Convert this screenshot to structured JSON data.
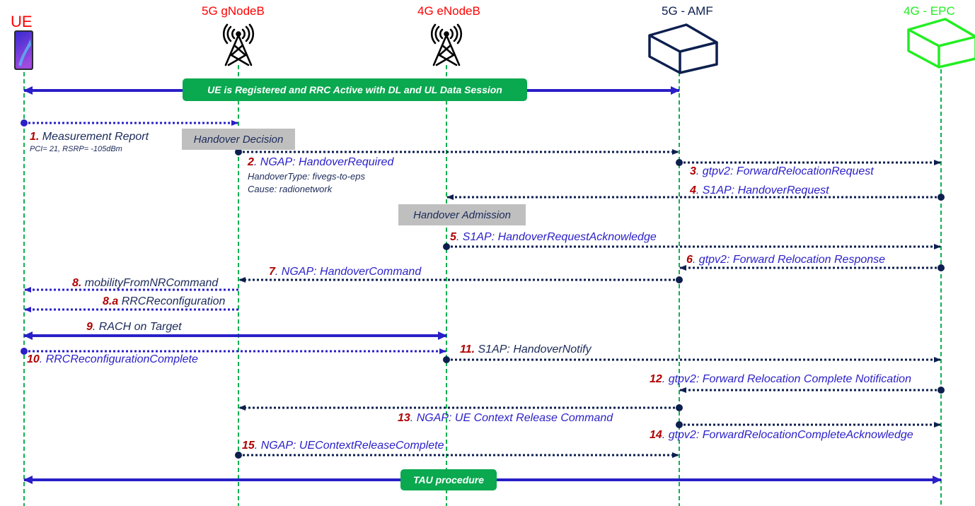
{
  "nodes": [
    {
      "id": "ue",
      "label": "UE",
      "color": "#ff0000",
      "icon": "smartphone-icon"
    },
    {
      "id": "gnb",
      "label": "5G gNodeB",
      "color": "#ff0000",
      "icon": "cell-tower-icon"
    },
    {
      "id": "enb",
      "label": "4G eNodeB",
      "color": "#ff0000",
      "icon": "cell-tower-icon"
    },
    {
      "id": "amf",
      "label": "5G - AMF",
      "color": "#0d1f4f",
      "icon": "server-box-icon"
    },
    {
      "id": "epc",
      "label": "4G - EPC",
      "color": "#22ee22",
      "icon": "server-box-icon"
    }
  ],
  "colors": {
    "lifeline": "#10b050",
    "solid_arrow": "#2a1fc8",
    "dotted_dark": "#0d1f4f",
    "dotted_blue": "#2a1fc8",
    "banner": "#0aa84f",
    "step_number": "#b00000",
    "message_text": "#2a1fc8",
    "gray_box": "#bfbfbf"
  },
  "banners": [
    {
      "id": "registered",
      "text": "UE is Registered and RRC Active with DL and UL Data Session",
      "from": "ue",
      "to": "amf"
    },
    {
      "id": "tau",
      "text": "TAU procedure",
      "from": "ue",
      "to": "epc"
    }
  ],
  "gray_boxes": [
    {
      "id": "handover-decision",
      "text": "Handover Decision"
    },
    {
      "id": "handover-admission",
      "text": "Handover Admission"
    }
  ],
  "messages": [
    {
      "num": "1.",
      "text": " Measurement Report",
      "sub": "PCI= 21, RSRP= -105dBm",
      "from": "ue",
      "to": "gnb",
      "style": "dotted-blue"
    },
    {
      "num": "2",
      "text": ". NGAP: HandoverRequired",
      "sub_lines": [
        "HandoverType: fivegs-to-eps",
        "Cause: radionetwork"
      ],
      "from": "gnb",
      "to": "amf",
      "style": "dotted-dark"
    },
    {
      "num": "3",
      "text": ". gtpv2: ForwardRelocationRequest",
      "from": "amf",
      "to": "epc",
      "style": "dotted-dark"
    },
    {
      "num": "4",
      "text": ". S1AP: HandoverRequest",
      "from": "epc",
      "to": "enb",
      "style": "dotted-dark"
    },
    {
      "num": "5",
      "text": ". S1AP: HandoverRequestAcknowledge",
      "from": "enb",
      "to": "epc",
      "style": "dotted-dark"
    },
    {
      "num": "6",
      "text": ". gtpv2: Forward Relocation Response",
      "from": "epc",
      "to": "amf",
      "style": "dotted-dark"
    },
    {
      "num": "7",
      "text": ". NGAP: HandoverCommand",
      "from": "amf",
      "to": "gnb",
      "style": "dotted-dark"
    },
    {
      "num": "8.",
      "text": " mobilityFromNRCommand",
      "from": "gnb",
      "to": "ue",
      "style": "dotted-blue"
    },
    {
      "num": "8.a",
      "text": " RRCReconfiguration",
      "from": "gnb",
      "to": "ue",
      "style": "dotted-blue"
    },
    {
      "num": "9",
      "text": ". RACH on Target",
      "from": "ue",
      "to": "enb",
      "style": "solid-both"
    },
    {
      "num": "10",
      "text": ". RRCReconfigurationComplete",
      "from": "ue",
      "to": "enb",
      "style": "dotted-blue"
    },
    {
      "num": "11.",
      "text": " S1AP: HandoverNotify",
      "from": "enb",
      "to": "epc",
      "style": "dotted-dark"
    },
    {
      "num": "12",
      "text": ". gtpv2: Forward Relocation Complete Notification",
      "from": "epc",
      "to": "amf",
      "style": "dotted-dark"
    },
    {
      "num": "13",
      "text": ". NGAP: UE Context Release Command",
      "from": "amf",
      "to": "gnb",
      "style": "dotted-dark"
    },
    {
      "num": "14",
      "text": ". gtpv2: ForwardRelocationCompleteAcknowledge",
      "from": "amf",
      "to": "epc",
      "style": "dotted-dark"
    },
    {
      "num": "15",
      "text": ". NGAP: UEContextReleaseComplete",
      "from": "gnb",
      "to": "amf",
      "style": "dotted-dark"
    }
  ]
}
